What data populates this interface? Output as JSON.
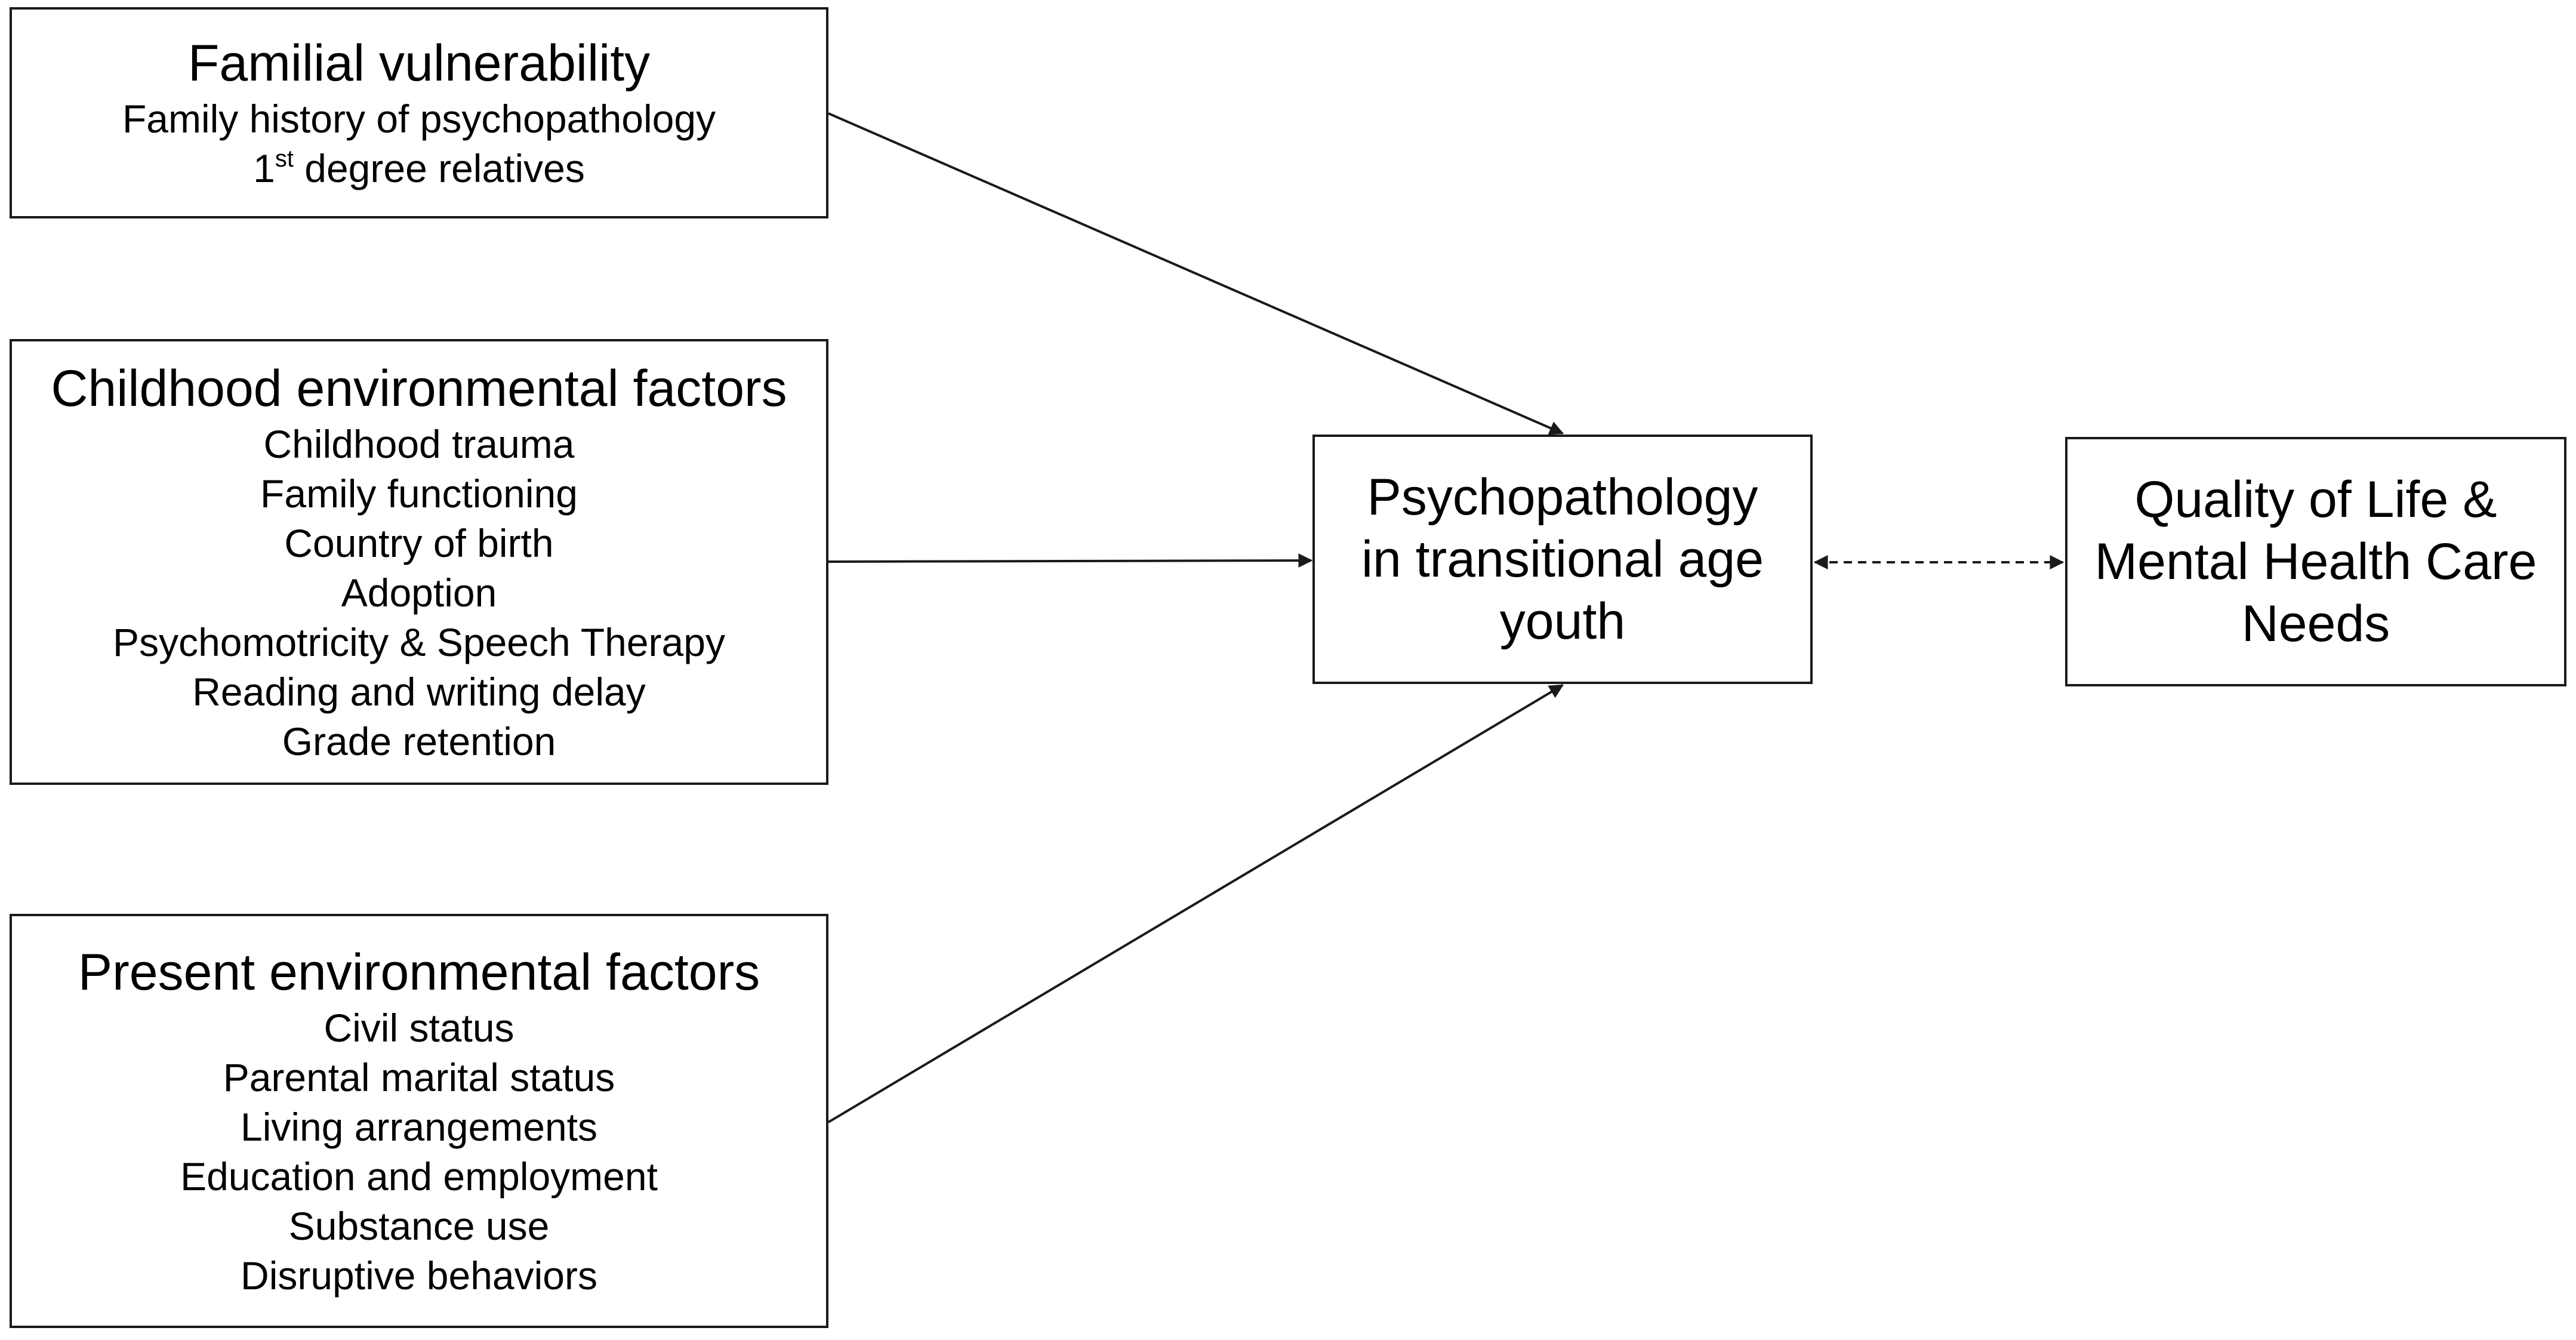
{
  "boxes": {
    "familial": {
      "title": "Familial vulnerability",
      "items": [
        "Family history of psychopathology"
      ],
      "relatives_ordinal": "1",
      "relatives_sup": "st",
      "relatives_rest": " degree relatives"
    },
    "childhood": {
      "title": "Childhood environmental factors",
      "items": [
        "Childhood trauma",
        "Family functioning",
        "Country of birth",
        "Adoption",
        "Psychomotricity & Speech Therapy",
        "Reading and writing delay",
        "Grade retention"
      ]
    },
    "present": {
      "title": "Present environmental factors",
      "items": [
        "Civil status",
        "Parental marital status",
        "Living arrangements",
        "Education and employment",
        "Substance use",
        "Disruptive behaviors"
      ]
    },
    "psychopathology": {
      "lines": [
        "Psychopathology",
        "in transitional age",
        "youth"
      ]
    },
    "quality_of_life": {
      "lines": [
        "Quality of Life &",
        "Mental Health Care",
        "Needs"
      ]
    }
  },
  "colors": {
    "line": "#1a1a1a",
    "border": "#1a1a1a"
  }
}
